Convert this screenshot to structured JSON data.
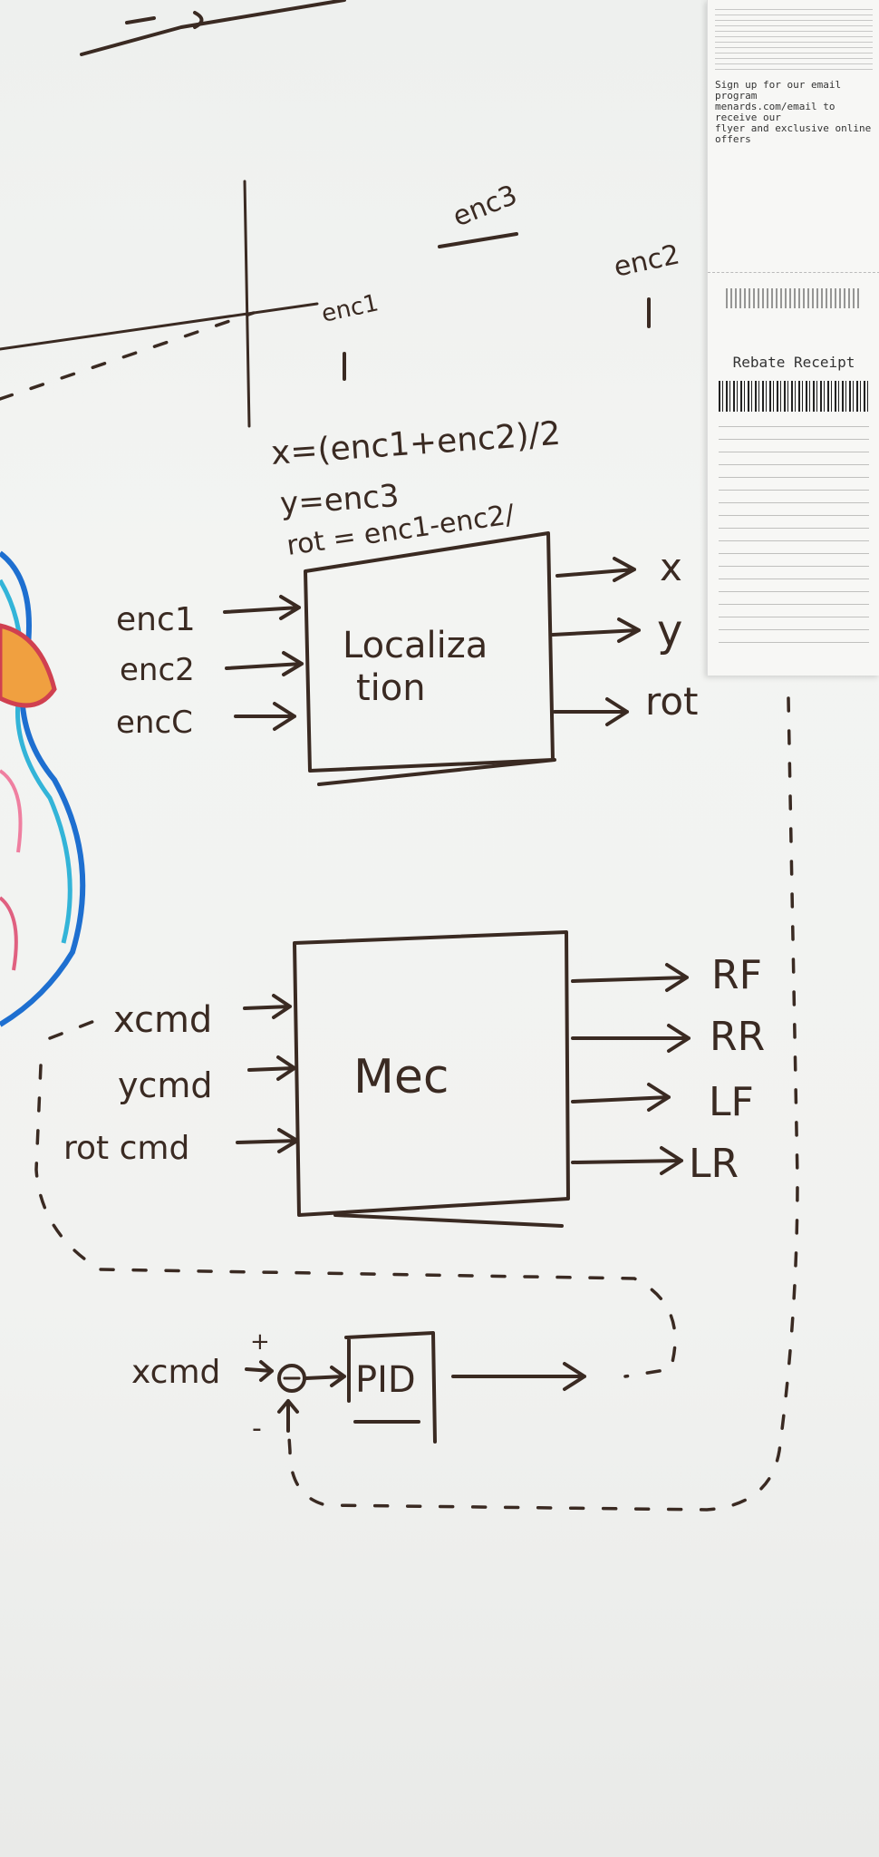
{
  "encoder_labels": {
    "enc1": "enc1",
    "enc2": "enc2",
    "enc3": "enc3"
  },
  "formulas": {
    "x": "x=(enc1+enc2)/2",
    "y": "y=enc3",
    "rot": "rot = enc1-enc2/"
  },
  "localization": {
    "label_line1": "Localiza",
    "label_line2": "tion",
    "inputs": [
      "enc1",
      "enc2",
      "encC"
    ],
    "outputs": [
      "x",
      "y",
      "rot"
    ]
  },
  "mec": {
    "label": "Mec",
    "inputs": [
      "xcmd",
      "ycmd",
      "rot cmd"
    ],
    "outputs": [
      "RF",
      "RR",
      "LF",
      "LR"
    ]
  },
  "pid": {
    "label": "PID",
    "input": "xcmd",
    "plus": "+",
    "minus": "-"
  },
  "receipt": {
    "title": "Rebate Receipt",
    "lines": [
      "Sign up for our email program",
      "menards.com/email to receive our",
      "flyer and exclusive online offers"
    ]
  },
  "colors": {
    "ink": "#3a2a22",
    "board": "#f1f2f0"
  }
}
